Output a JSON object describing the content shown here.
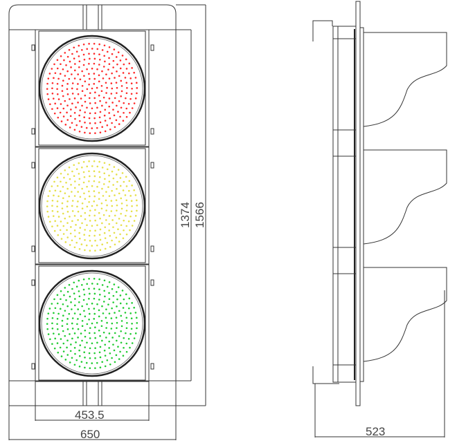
{
  "title": "Traffic signal light drawing",
  "lamps": [
    {
      "name": "red",
      "color": "#ff2a2a"
    },
    {
      "name": "yellow",
      "color": "#e6e04a"
    },
    {
      "name": "green",
      "color": "#22cc33"
    }
  ],
  "dimensions": {
    "housing_height": "1374",
    "backplate_height": "1566",
    "housing_width": "453.5",
    "backplate_width": "650",
    "depth": "523"
  }
}
